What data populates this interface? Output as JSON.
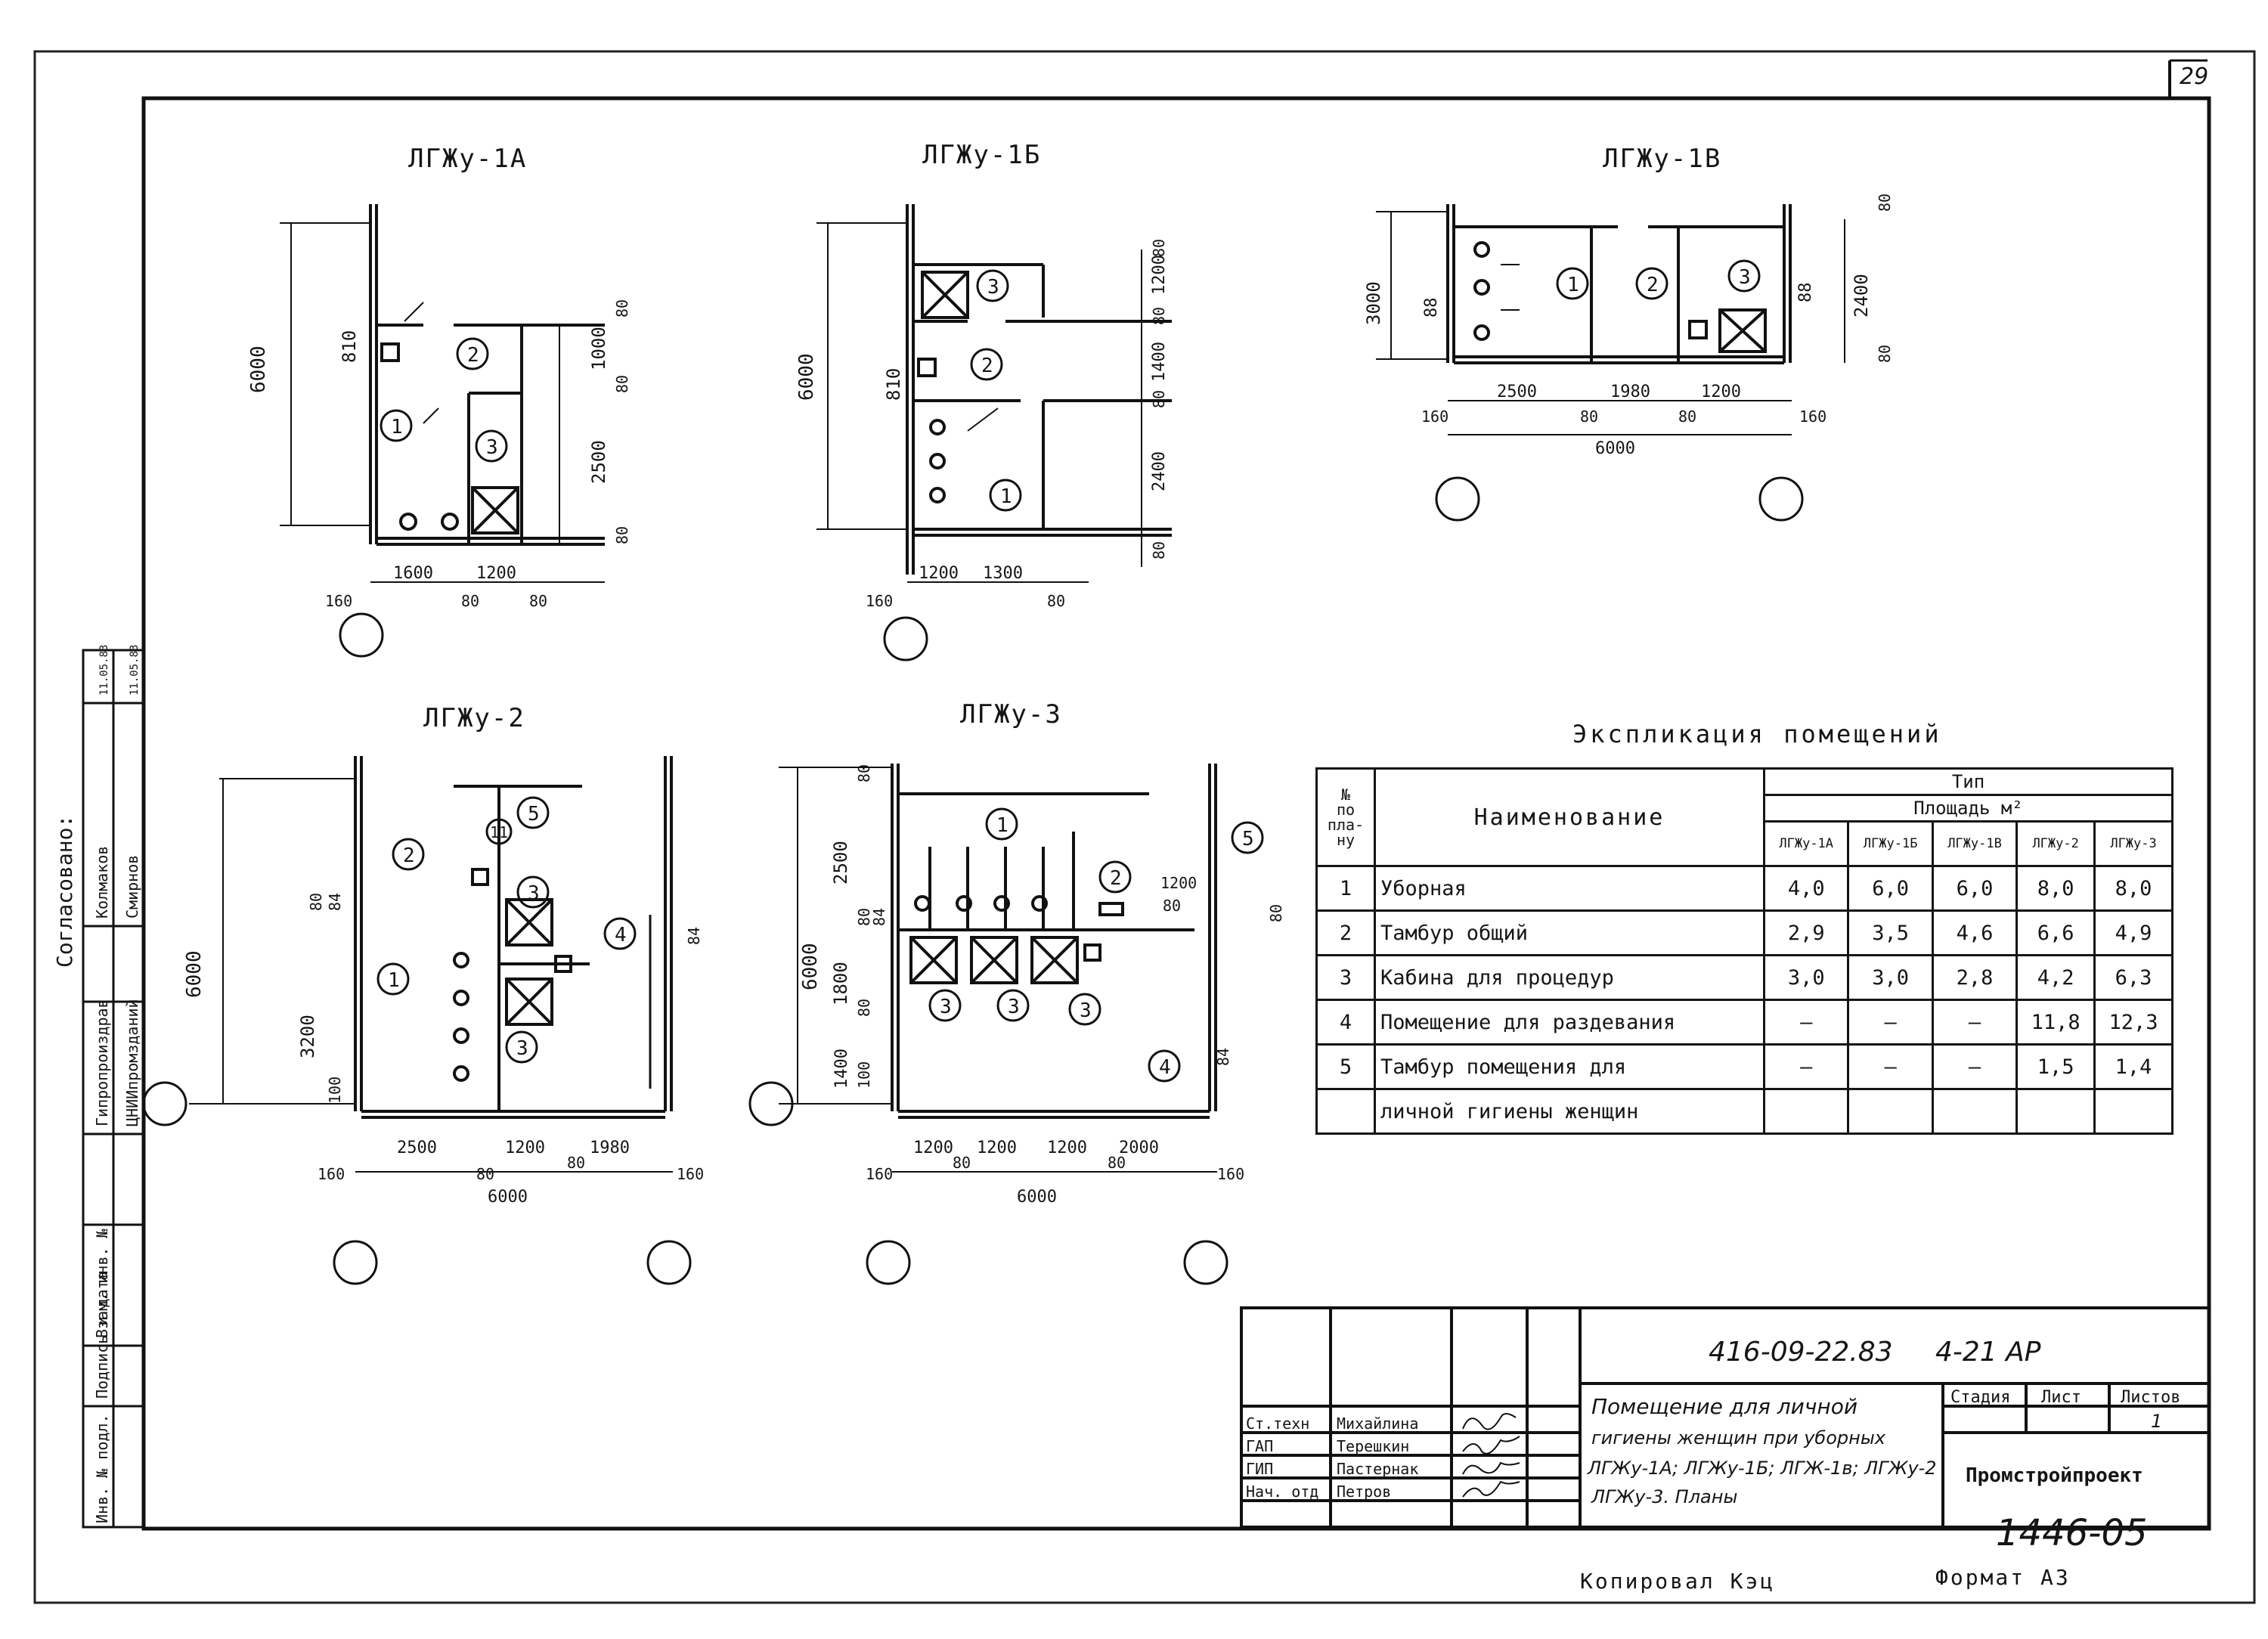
{
  "page_number": "29",
  "plans": [
    {
      "title": "ЛГЖу-1А",
      "dims": [
        "6000",
        "810",
        "1000",
        "2500",
        "80",
        "80",
        "80",
        "1600",
        "1200",
        "160",
        "80",
        "80"
      ],
      "rooms": [
        "1",
        "2",
        "3"
      ]
    },
    {
      "title": "ЛГЖу-1Б",
      "dims": [
        "6000",
        "810",
        "1200",
        "80",
        "1400",
        "80",
        "2400",
        "80",
        "80",
        "1200",
        "1300",
        "160",
        "80"
      ],
      "rooms": [
        "1",
        "2",
        "3"
      ]
    },
    {
      "title": "ЛГЖу-1В",
      "dims": [
        "3000",
        "88",
        "88",
        "2400",
        "80",
        "80",
        "2500",
        "1980",
        "1200",
        "160",
        "80",
        "80",
        "160",
        "6000"
      ],
      "rooms": [
        "1",
        "2",
        "3"
      ]
    },
    {
      "title": "ЛГЖу-2",
      "dims": [
        "6000",
        "80",
        "84",
        "3200",
        "100",
        "84",
        "2500",
        "1200",
        "1980",
        "160",
        "80",
        "80",
        "160",
        "6000"
      ],
      "rooms": [
        "1",
        "2",
        "3",
        "3",
        "4",
        "5",
        "11"
      ]
    },
    {
      "title": "ЛГЖу-3",
      "dims": [
        "80",
        "2500",
        "80",
        "84",
        "1800",
        "80",
        "1400",
        "100",
        "6000",
        "1200",
        "80",
        "80",
        "84",
        "1200",
        "1200",
        "1200",
        "2000",
        "160",
        "80",
        "80",
        "160",
        "6000"
      ],
      "rooms": [
        "1",
        "2",
        "3",
        "3",
        "3",
        "4",
        "5"
      ]
    }
  ],
  "explication": {
    "caption": "Экспликация помещений",
    "headers": {
      "num": [
        "№",
        "по",
        "пла-",
        "ну"
      ],
      "name": "Наименование",
      "type": "Тип",
      "area": "Площадь м²",
      "types": [
        "ЛГЖу-1А",
        "ЛГЖу-1Б",
        "ЛГЖу-1В",
        "ЛГЖу-2",
        "ЛГЖу-3"
      ]
    },
    "rows": [
      {
        "num": "1",
        "name": "Уборная",
        "values": [
          "4,0",
          "6,0",
          "6,0",
          "8,0",
          "8,0"
        ]
      },
      {
        "num": "2",
        "name": "Тамбур общий",
        "values": [
          "2,9",
          "3,5",
          "4,6",
          "6,6",
          "4,9"
        ]
      },
      {
        "num": "3",
        "name": "Кабина для процедур",
        "values": [
          "3,0",
          "3,0",
          "2,8",
          "4,2",
          "6,3"
        ]
      },
      {
        "num": "4",
        "name": "Помещение для раздевания",
        "values": [
          "—",
          "—",
          "—",
          "11,8",
          "12,3"
        ]
      },
      {
        "num": "5",
        "name": "Тамбур помещения для",
        "values": [
          "—",
          "—",
          "—",
          "1,5",
          "1,4"
        ]
      },
      {
        "num": "",
        "name": "личной гигиены женщин",
        "values": [
          "",
          "",
          "",
          "",
          ""
        ]
      }
    ]
  },
  "side_stamp": {
    "agreed": "Согласовано:",
    "orgs": [
      "Гипропроиздрав",
      "ЦНИИпромзданий"
    ],
    "names": [
      "Колмаков",
      "Смирнов"
    ],
    "dates": [
      "11.05.83",
      "11.05.83"
    ],
    "fields": [
      "Инв. № подл.",
      "Подпись и дата",
      "Взам. инв. №"
    ]
  },
  "title_block": {
    "code": "416-09-22.83",
    "album": "4-21 АР",
    "description_lines": [
      "Помещение для личной",
      "гигиены женщин при уборных",
      "ЛГЖу-1А; ЛГЖу-1Б; ЛГЖ-1в; ЛГЖу-2",
      "ЛГЖу-3. Планы"
    ],
    "stage_label": "Стадия",
    "sheet_label": "Лист",
    "sheets_label": "Листов",
    "sheets_value": "1",
    "organization": "Промстройпроект",
    "staff": [
      {
        "role": "Ст.техн",
        "name": "Михайлина"
      },
      {
        "role": "ГАП",
        "name": "Терешкин"
      },
      {
        "role": "ГИП",
        "name": "Пастернак"
      },
      {
        "role": "Нач. отд",
        "name": "Петров"
      }
    ]
  },
  "footer": {
    "number": "1446-05",
    "copied": "Копировал Кэц",
    "format": "Формат А3"
  }
}
